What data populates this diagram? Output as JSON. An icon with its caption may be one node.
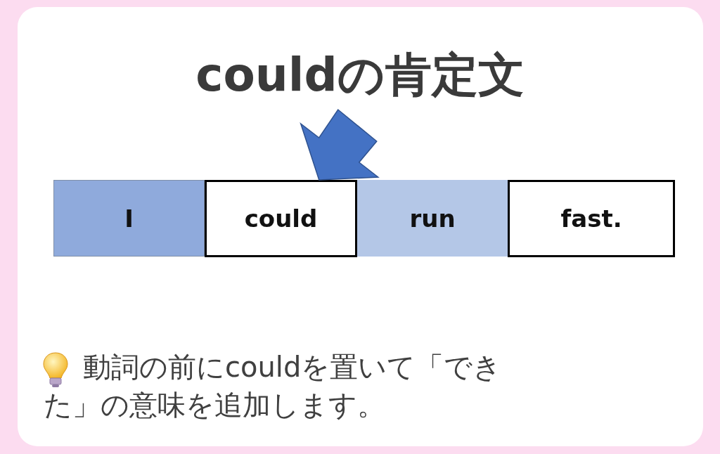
{
  "diagram": {
    "title": "couldの肯定文",
    "nodes": [
      {
        "text": [
          "I"
        ]
      },
      {
        "text": [
          "could"
        ]
      },
      {
        "text": [
          "run"
        ]
      },
      {
        "text": [
          "fast."
        ]
      }
    ],
    "edges": [
      {
        "from": null,
        "to": 1,
        "arrow": "to"
      }
    ],
    "labels": [
      "動詞の前にcouldを置いて「できた」の意味を追加します。"
    ]
  }
}
